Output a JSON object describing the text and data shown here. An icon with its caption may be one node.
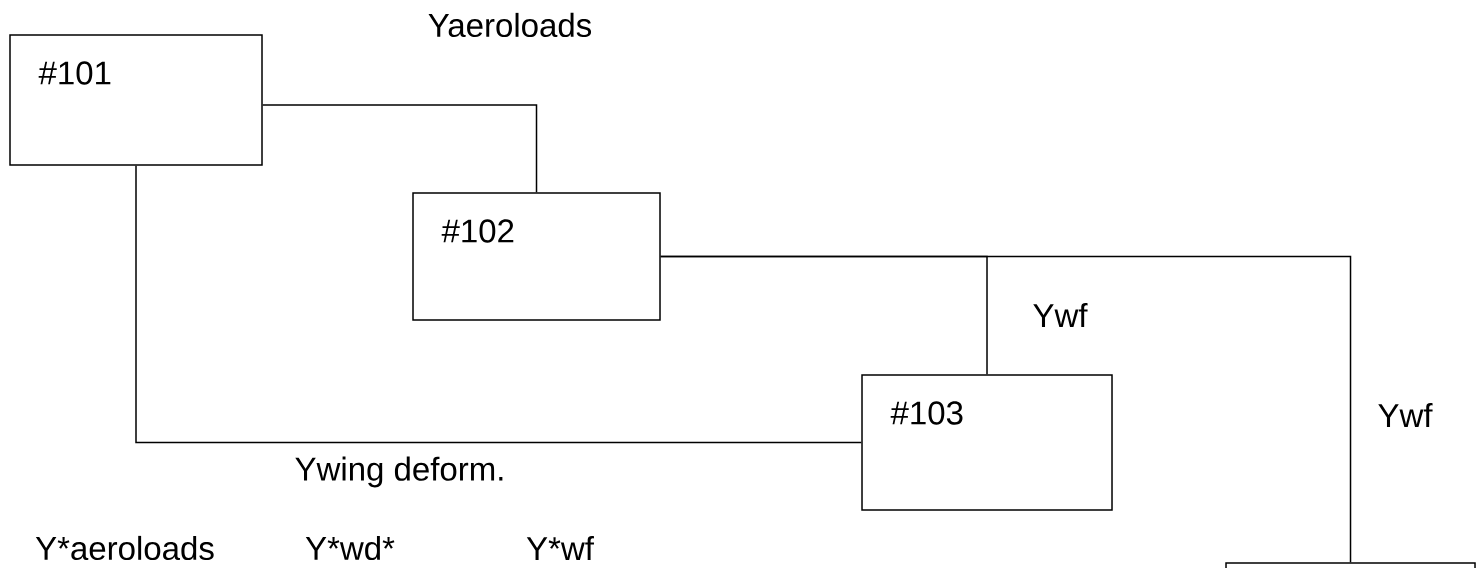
{
  "diagram": {
    "nodes": [
      {
        "text": [
          "#101"
        ]
      },
      {
        "text": [
          "#102"
        ]
      },
      {
        "text": [
          "#103"
        ]
      },
      {
        "text": [],
        "shape": "box"
      }
    ],
    "edges": [
      {
        "from": 0,
        "to": 1,
        "arrow": "none",
        "label": "Yaeroloads"
      },
      {
        "from": 1,
        "to": 2,
        "arrow": "none",
        "label": "Ywf"
      },
      {
        "from": 1,
        "to": 3,
        "arrow": "none",
        "label": "Ywf"
      },
      {
        "from": 0,
        "to": 2,
        "arrow": "none",
        "label": "Ywing deform."
      }
    ],
    "labels": [
      "Y*aeroloads",
      "Y*wd*",
      "Y*wf"
    ]
  }
}
